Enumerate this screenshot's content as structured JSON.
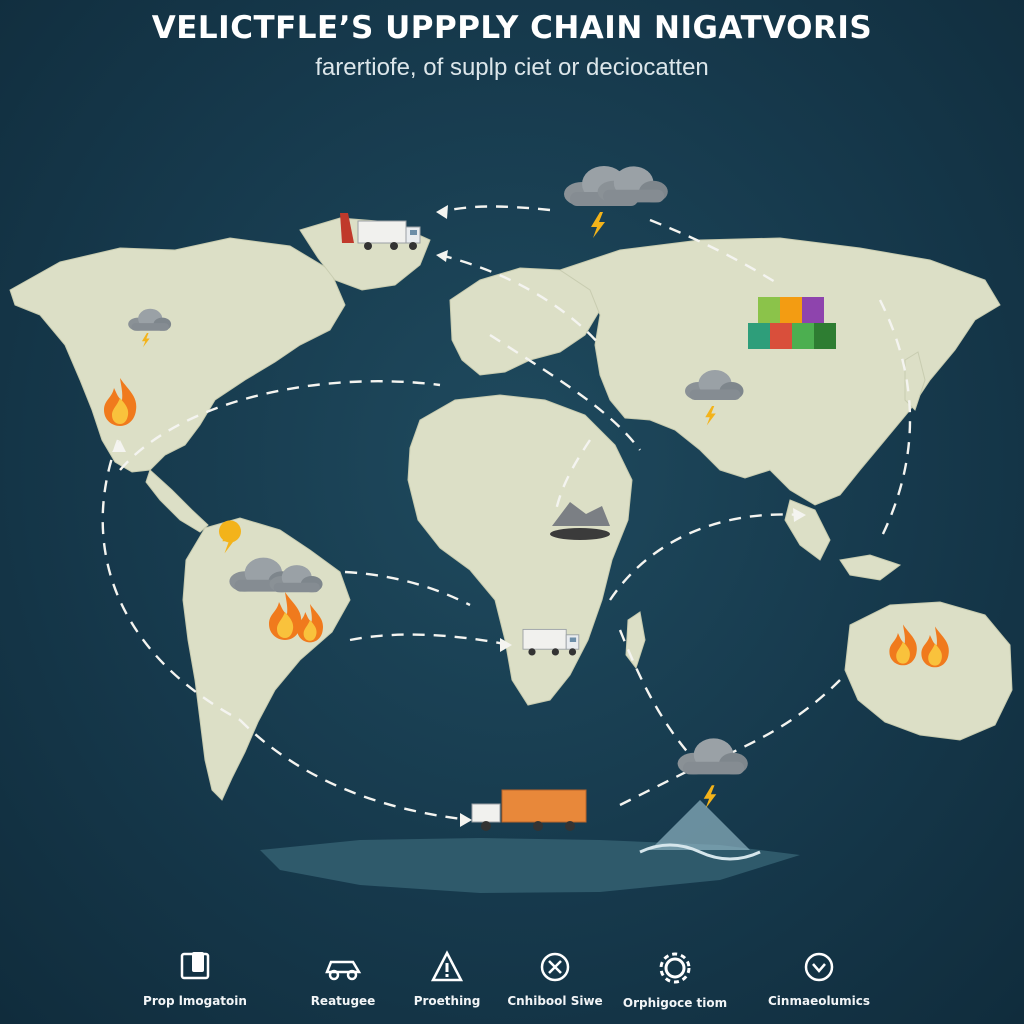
{
  "header": {
    "title": "VELICTFLE’S UPPPLY CHAIN NIGATVORIS",
    "subtitle": "farertiofe, of suplp ciet or deciocatten"
  },
  "colors": {
    "ocean": "#16394c",
    "land": "#dcdfc6",
    "route": "#f4f4f0",
    "fire": "#f07a1d",
    "storm": "#7f878d",
    "lightning": "#f3b31a"
  },
  "markers": [
    {
      "type": "fire",
      "region": "North America"
    },
    {
      "type": "fire",
      "region": "South America"
    },
    {
      "type": "fire",
      "region": "Australia"
    },
    {
      "type": "storm",
      "region": "North Atlantic"
    },
    {
      "type": "storm",
      "region": "Canada"
    },
    {
      "type": "storm",
      "region": "Middle East"
    },
    {
      "type": "storm",
      "region": "South America"
    },
    {
      "type": "storm",
      "region": "Southern Ocean"
    },
    {
      "type": "truck",
      "region": "Greenland"
    },
    {
      "type": "truck",
      "region": "Southern Africa"
    },
    {
      "type": "truck",
      "region": "Southern Ocean"
    },
    {
      "type": "containers",
      "region": "Asia"
    },
    {
      "type": "landslide",
      "region": "East Africa"
    }
  ],
  "legend": [
    {
      "icon": "phone-icon",
      "label": "Prop lmogatoin"
    },
    {
      "icon": "car-icon",
      "label": "Reatugee"
    },
    {
      "icon": "warning-icon",
      "label": "Proething"
    },
    {
      "icon": "close-circle-icon",
      "label": "Cnhibool Siwe"
    },
    {
      "icon": "gear-icon",
      "label": "Orphigoce tiom"
    },
    {
      "icon": "chevron-circle-icon",
      "label": "Cinmaeolumics"
    }
  ]
}
